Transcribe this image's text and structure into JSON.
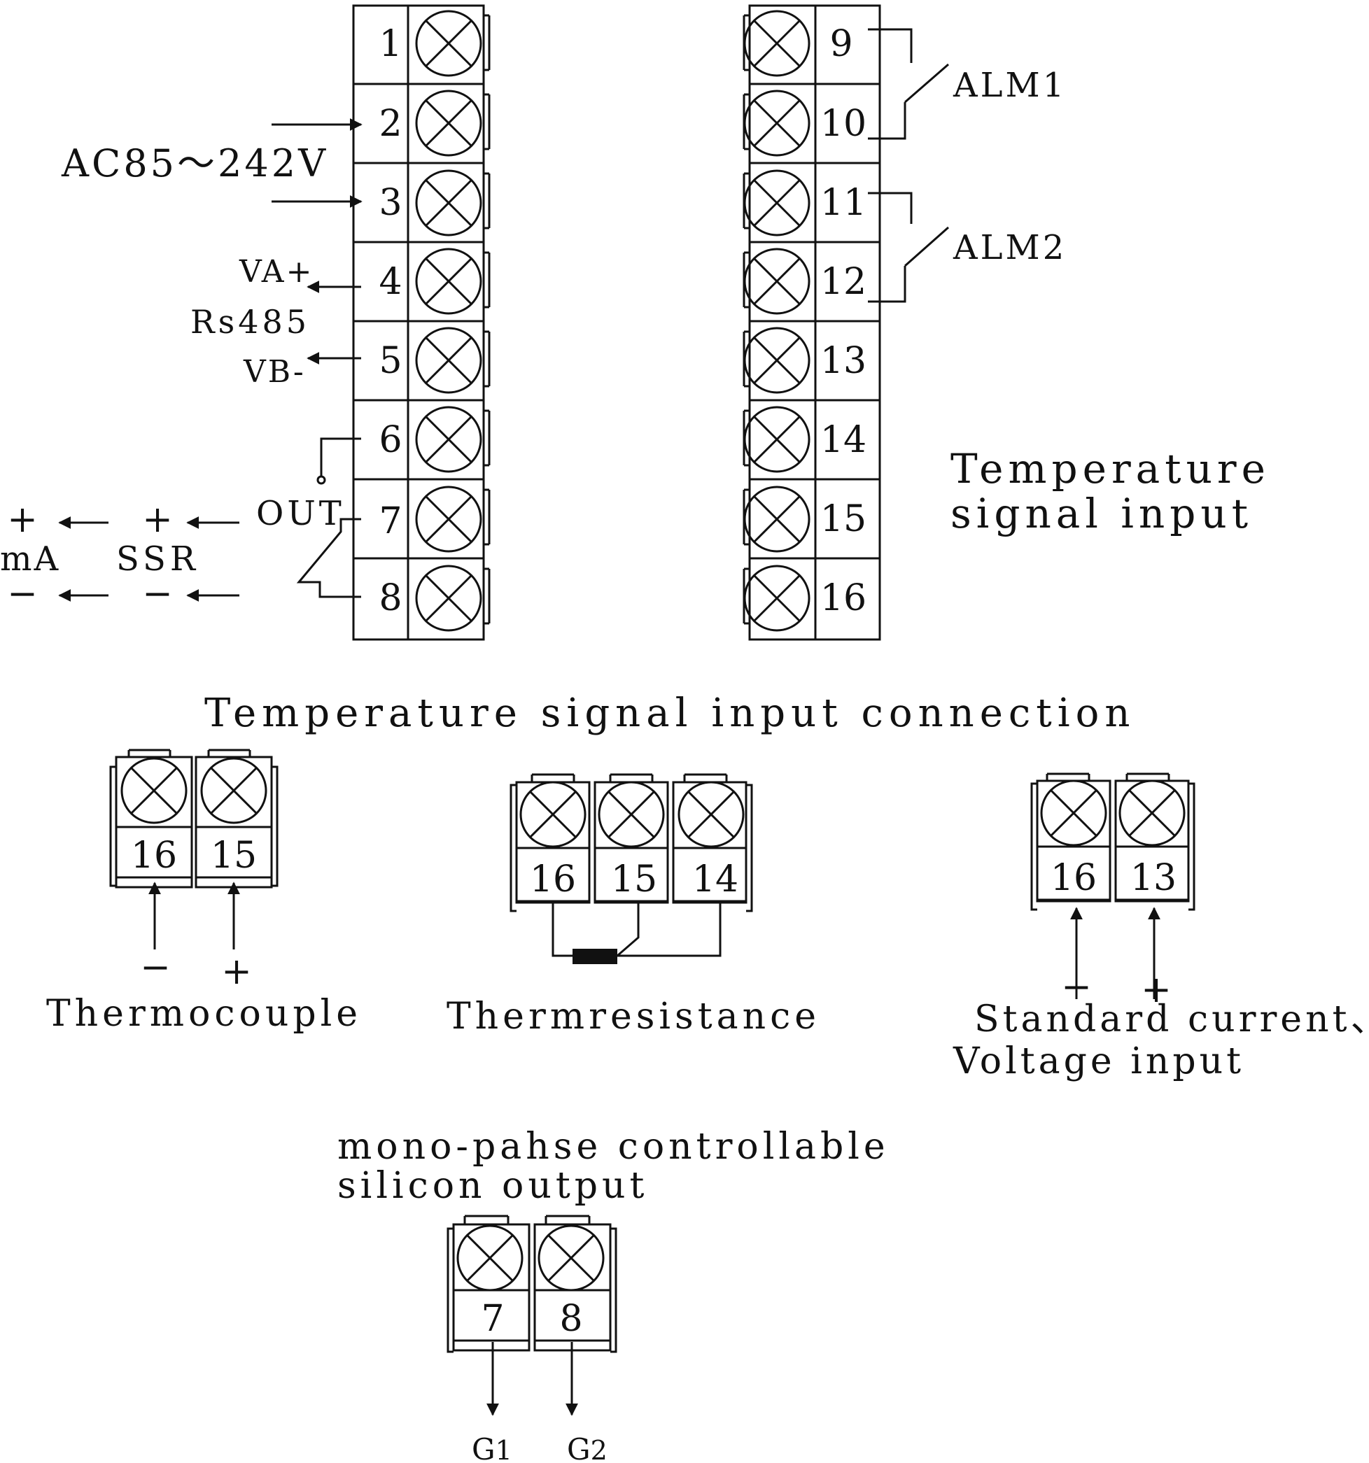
{
  "main_strip_left": {
    "terminals": [
      "1",
      "2",
      "3",
      "4",
      "5",
      "6",
      "7",
      "8"
    ]
  },
  "main_strip_right": {
    "terminals": [
      "9",
      "10",
      "11",
      "12",
      "13",
      "14",
      "15",
      "16"
    ]
  },
  "left_labels": {
    "power": "AC85～242V",
    "va_plus": "VA+",
    "rs485": "Rs485",
    "vb_minus": "VB-",
    "out": "OUT",
    "ma": "mA",
    "ssr": "SSR",
    "plus": "+",
    "minus": "−"
  },
  "right_labels": {
    "alm1": "ALM1",
    "alm2": "ALM2",
    "temp_input_line1": "Temperature",
    "temp_input_line2": "signal input"
  },
  "section_title": "Temperature signal input connection",
  "thermocouple": {
    "terminals": [
      "16",
      "15"
    ],
    "minus": "−",
    "plus": "+",
    "label": "Thermocouple"
  },
  "thermresistance": {
    "terminals": [
      "16",
      "15",
      "14"
    ],
    "label": "Thermresistance"
  },
  "standard_input": {
    "terminals": [
      "16",
      "13"
    ],
    "minus": "−",
    "plus": "+",
    "label_line1": "Standard current、",
    "label_line2": "Voltage input"
  },
  "scr_output": {
    "title_line1": "mono-pahse controllable",
    "title_line2": "silicon output",
    "terminals": [
      "7",
      "8"
    ],
    "g1_letter": "G",
    "g1_sub": "1",
    "g2_letter": "G",
    "g2_sub": "2"
  }
}
